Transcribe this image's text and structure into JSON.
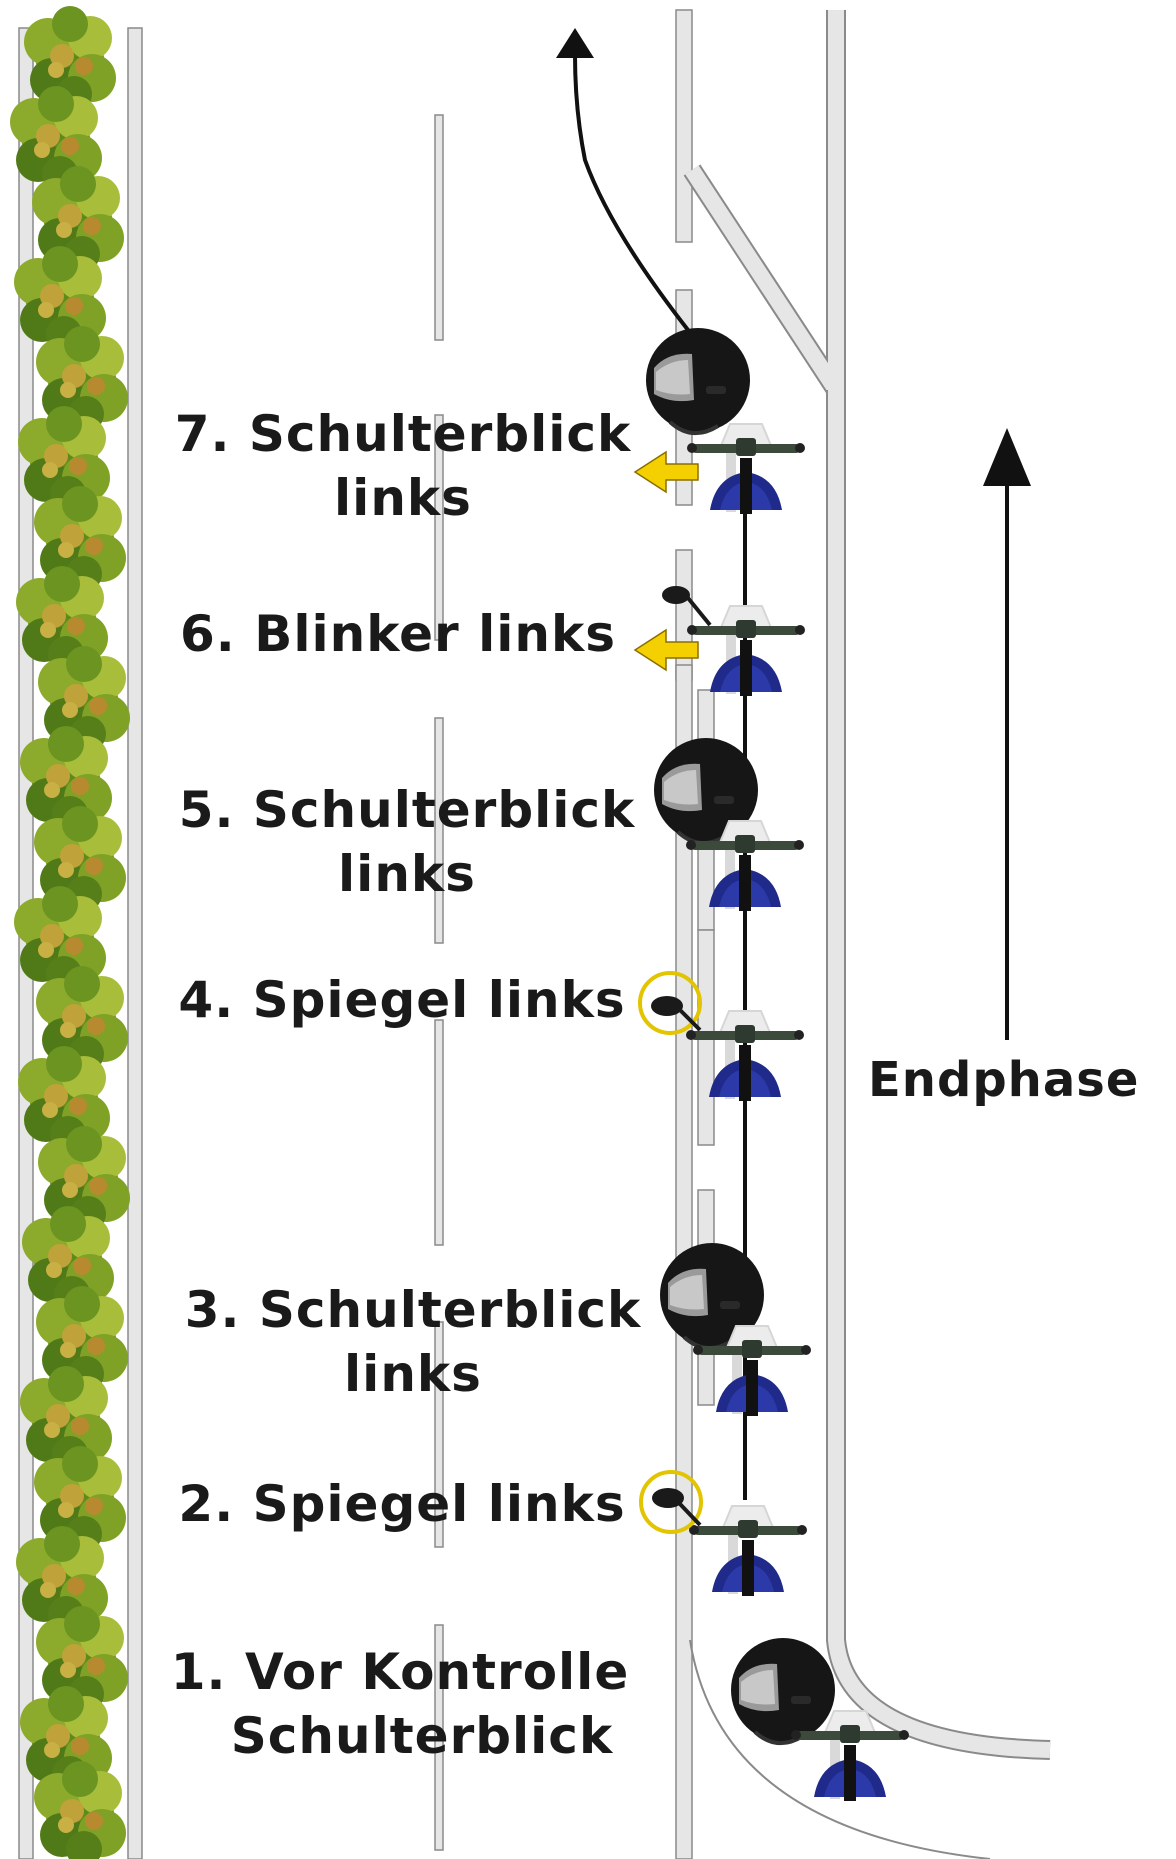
{
  "steps": [
    {
      "line1": "1. Vor Kontrolle",
      "line2": "Schulterblick"
    },
    {
      "line1": "2. Spiegel links",
      "line2": ""
    },
    {
      "line1": "3. Schulterblick",
      "line2": "links"
    },
    {
      "line1": "4. Spiegel links",
      "line2": ""
    },
    {
      "line1": "5. Schulterblick",
      "line2": "links"
    },
    {
      "line1": "6. Blinker links",
      "line2": ""
    },
    {
      "line1": "7. Schulterblick",
      "line2": "links"
    }
  ],
  "phase_label": "Endphase",
  "colors": {
    "text": "#1a1a1a",
    "road_marking": "#e6e6e6",
    "marking_outline": "#8a8a8a",
    "indicator_arrow": "#f5d000",
    "mirror_highlight": "#e3c400",
    "helmet": "#151515",
    "motorcycle_body": "#1f2a8a",
    "tree_foliage": "#6f9a1e"
  },
  "icons": [
    "tree-icon",
    "helmet-icon",
    "motorcycle-icon",
    "mirror-icon",
    "indicator-arrow-icon",
    "up-arrow-icon"
  ]
}
